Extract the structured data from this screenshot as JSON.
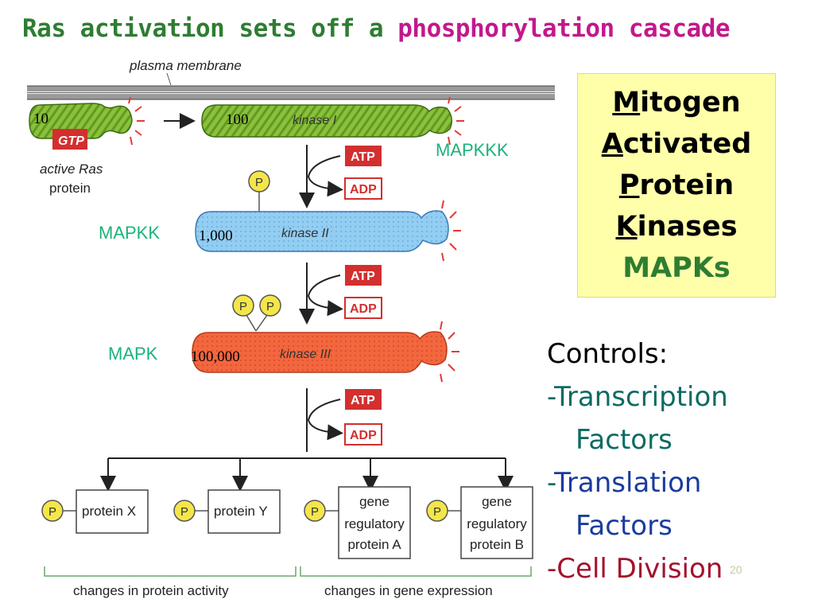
{
  "title": {
    "part1": "Ras activation sets off a ",
    "part2": "phosphorylation cascade"
  },
  "diagram": {
    "membrane_label": "plasma membrane",
    "gtp": "GTP",
    "active_ras_line1": "active Ras",
    "active_ras_line2": "protein",
    "ras_count": "10",
    "kinase1_count": "100",
    "kinase1_name": "kinase I",
    "mapkkk_label": "MAPKKK",
    "mapkk_label": "MAPKK",
    "kinase2_count": "1,000",
    "kinase2_name": "kinase II",
    "mapk_label": "MAPK",
    "kinase3_count": "100,000",
    "kinase3_name": "kinase III",
    "atp": "ATP",
    "adp": "ADP",
    "phosphate": "P",
    "targets": {
      "protein_x": "protein X",
      "protein_y": "protein Y",
      "gene_a": [
        "gene",
        "regulatory",
        "protein A"
      ],
      "gene_b": [
        "gene",
        "regulatory",
        "protein B"
      ]
    },
    "caption_protein_activity": "changes in protein activity",
    "caption_gene_expression": "changes in gene expression"
  },
  "mapk_box": {
    "line1_initial": "M",
    "line1_rest": "itogen",
    "line2_initial": "A",
    "line2_rest": "ctivated",
    "line3_initial": "P",
    "line3_rest": "rotein",
    "line4_initial": "K",
    "line4_rest": "inases",
    "abbr": "MAPKs"
  },
  "controls": {
    "heading": "Controls:",
    "item1_dash": "-",
    "item1_line1": "Transcription",
    "item1_line2": "Factors",
    "item2_dash": "-",
    "item2_line1": "Translation",
    "item2_line2": "Factors",
    "item3_dash": "-",
    "item3_line1": "Cell Division"
  },
  "slide_number": "20",
  "colors": {
    "title_green": "#2e7d32",
    "title_magenta": "#c2188c",
    "kinase1_green": "#7fb53a",
    "kinase2_blue": "#8ec8f0",
    "kinase3_red": "#f0603a",
    "atp_red": "#d32f2f",
    "phosphate_yellow": "#f4e64a",
    "panel_yellow": "#ffffaa"
  }
}
